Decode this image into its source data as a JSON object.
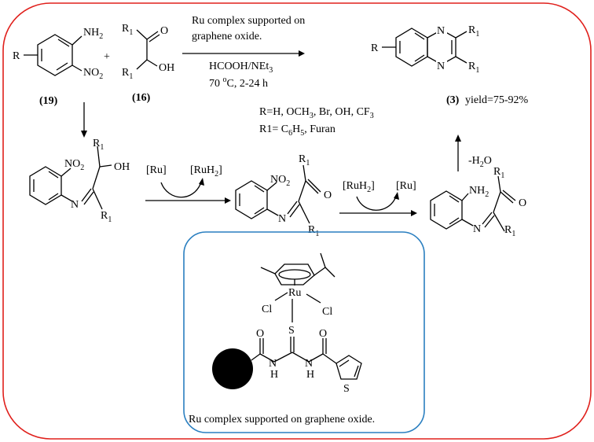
{
  "reaction": {
    "catalyst_line1": "Ru complex supported on",
    "catalyst_line2": "graphene oxide.",
    "reagents": "HCOOH/NEt",
    "reagents_sub": "3",
    "conditions_pre": "70 ",
    "conditions_sup": "o",
    "conditions_post": "C, 2-24 h"
  },
  "compounds": {
    "nitroaniline_label": "(19)",
    "ketol_label": "(16)",
    "product_label": "(3)",
    "yield": "yield=75-92%"
  },
  "substituents": {
    "r_def": "R=H, OCH",
    "r_def_sub": "3",
    "r_def_post": ", Br, OH, CF",
    "r_def_sub2": "3",
    "r1_def": "R1= C",
    "r1_sub1": "6",
    "r1_mid": "H",
    "r1_sub2": "5",
    "r1_post": ", Furan"
  },
  "mechanism": {
    "ru": "Ru",
    "ruh2": "RuH",
    "ruh2_sub": "2",
    "dehydration": "-H",
    "dehydration_sub": "2",
    "dehydration_post": "O"
  },
  "inset": {
    "caption": "Ru complex supported on graphene oxide.",
    "ru": "Ru",
    "cl": "Cl",
    "s": "S",
    "nh": "H",
    "n": "N",
    "o": "O"
  },
  "atoms": {
    "nh2": "NH",
    "nh2_sub": "2",
    "no2": "NO",
    "no2_sub": "2",
    "r": "R",
    "r1": "R",
    "r1_sub": "1",
    "o": "O",
    "oh": "OH",
    "n": "N"
  },
  "colors": {
    "outer_border": "#e0201c",
    "inset_border": "#2a7fc0"
  }
}
